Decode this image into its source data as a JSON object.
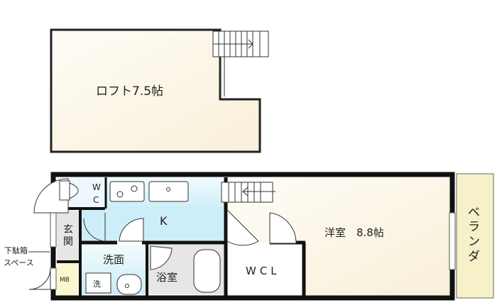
{
  "loft": {
    "label": "ロフト7.5帖"
  },
  "rooms": {
    "wc_top": "W",
    "wc_bottom": "C",
    "kitchen": "K",
    "entrance_1": "玄",
    "entrance_2": "関",
    "shoe_box_1": "下駄箱",
    "shoe_box_2": "スペース",
    "mb": "MB",
    "washroom": "洗面",
    "washer": "洗",
    "bathroom": "浴室",
    "western_room": "洋室　8.8帖",
    "wcl": "WCL",
    "balcony": [
      "ベ",
      "ラ",
      "ン",
      "ダ"
    ]
  },
  "colors": {
    "wall": "#111111",
    "kitchen": "#dff3fb",
    "gray": "#e6e6e6",
    "cream": "#fbf6e8",
    "mb": "#fbf7cf",
    "balcony": "#f7f1c9"
  }
}
